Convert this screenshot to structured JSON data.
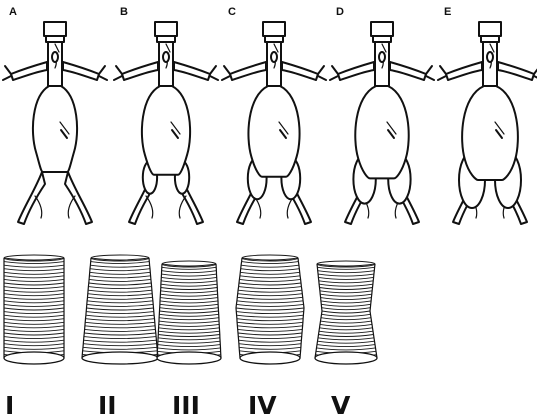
{
  "aneurysm_panels": [
    {
      "letter": "A",
      "iliac_involvement": 0
    },
    {
      "letter": "B",
      "iliac_involvement": 0.35
    },
    {
      "letter": "C",
      "iliac_involvement": 0.6
    },
    {
      "letter": "D",
      "iliac_involvement": 0.8
    },
    {
      "letter": "E",
      "iliac_involvement": 1
    }
  ],
  "graft_types": [
    {
      "numeral": "I",
      "shape": "straight"
    },
    {
      "numeral": "II",
      "shape": "tapered-wide-bottom"
    },
    {
      "numeral": "III",
      "shape": "tapered-wide-bottom"
    },
    {
      "numeral": "IV",
      "shape": "bulge-middle"
    },
    {
      "numeral": "V",
      "shape": "waist-middle"
    }
  ],
  "colors": {
    "ink": "#111111",
    "paper": "#ffffff"
  }
}
